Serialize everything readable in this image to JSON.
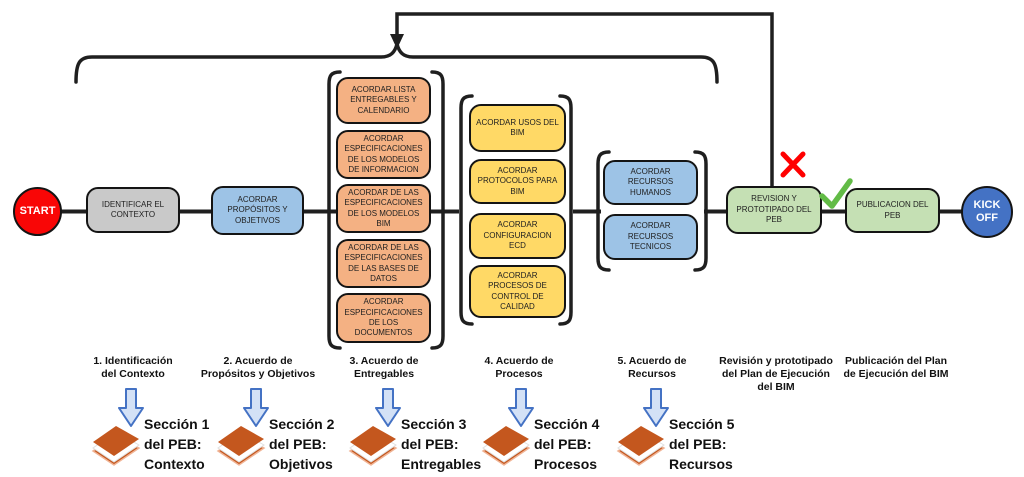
{
  "flow": {
    "start_label": "START",
    "kickoff_line1": "KICK",
    "kickoff_line2": "OFF",
    "identificar": "IDENTIFICAR EL CONTEXTO",
    "propositos": "ACORDAR PROPÓSITOS Y OBJETIVOS",
    "entregables": [
      "ACORDAR LISTA ENTREGABLES Y CALENDARIO",
      "ACORDAR ESPECIFICACIONES DE LOS MODELOS DE INFORMACION",
      "ACORDAR DE LAS ESPECIFICACIONES DE LOS MODELOS BIM",
      "ACORDAR DE LAS ESPECIFICACIONES DE LAS BASES DE DATOS",
      "ACORDAR ESPECIFICACIONES DE LOS DOCUMENTOS"
    ],
    "procesos": [
      "ACORDAR USOS DEL BIM",
      "ACORDAR PROTOCOLOS PARA BIM",
      "ACORDAR CONFIGURACION ECD",
      "ACORDAR PROCESOS DE CONTROL DE CALIDAD"
    ],
    "recursos": [
      "ACORDAR RECURSOS HUMANOS",
      "ACORDAR RECURSOS TECNICOS"
    ],
    "revision": "REVISION Y PROTOTIPADO DEL PEB",
    "publicacion": "PUBLICACION DEL PEB"
  },
  "captions": [
    {
      "l1": "1. Identificación",
      "l2": "del Contexto"
    },
    {
      "l1": "2. Acuerdo de",
      "l2": "Propósitos y Objetivos"
    },
    {
      "l1": "3. Acuerdo de",
      "l2": "Entregables"
    },
    {
      "l1": "4. Acuerdo de",
      "l2": "Procesos"
    },
    {
      "l1": "5. Acuerdo de",
      "l2": "Recursos"
    },
    {
      "l1": "Revisión y prototipado",
      "l2": "del Plan de Ejecución",
      "l3": "del BIM"
    },
    {
      "l1": "Publicación del Plan",
      "l2": "de Ejecución del BIM"
    }
  ],
  "sections": [
    {
      "l1": "Sección 1",
      "l2": "del PEB:",
      "l3": "Contexto"
    },
    {
      "l1": "Sección 2",
      "l2": "del PEB:",
      "l3": "Objetivos"
    },
    {
      "l1": "Sección 3",
      "l2": "del PEB:",
      "l3": "Entregables"
    },
    {
      "l1": "Sección 4",
      "l2": "del PEB:",
      "l3": "Procesos"
    },
    {
      "l1": "Sección 5",
      "l2": "del PEB:",
      "l3": "Recursos"
    }
  ],
  "icons": {
    "reject": "x-mark",
    "approve": "check-mark",
    "section_pointer": "down-arrow",
    "section_doc": "book"
  },
  "colors": {
    "start_red": "#F90606",
    "kickoff_blue": "#4472C4",
    "node_gray": "#C9C9C9",
    "node_blue": "#9DC3E6",
    "node_orange": "#F4B183",
    "node_yellow": "#FFD966",
    "node_green": "#C5E0B4",
    "line": "#1F1F1F",
    "x_red": "#FF0000",
    "check_green": "#62BB46",
    "arrow_fill": "#D3E1F6",
    "arrow_border": "#4472C4",
    "book_orange": "#C4571E"
  }
}
